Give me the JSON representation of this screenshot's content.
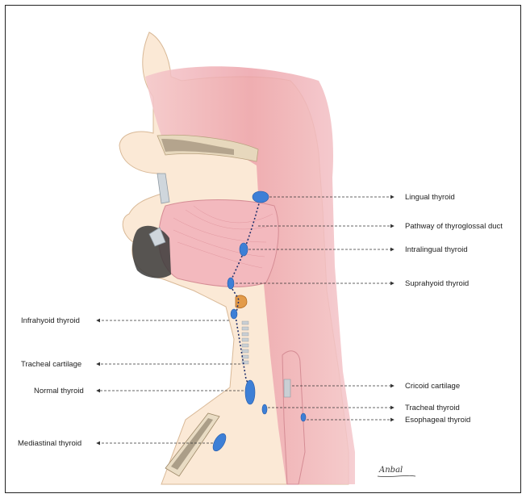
{
  "labels": {
    "lingual": "Lingual thyroid",
    "pathway": "Pathway of thyroglossal duct",
    "intralingual": "Intralingual thyroid",
    "suprahyoid": "Suprahyoid thyroid",
    "infrahyoid": "Infrahyoid thyroid",
    "tracheal_cartilage": "Tracheal cartilage",
    "normal": "Normal thyroid",
    "cricoid": "Cricoid cartilage",
    "tracheal_thyroid": "Tracheal thyroid",
    "esophageal": "Esophageal thyroid",
    "mediastinal": "Mediastinal thyroid"
  },
  "signature": "Anbal",
  "colors": {
    "thyroid": "#3d7fd6",
    "duct": "#1f2f6b",
    "muscle": "#f0b3b8",
    "skin": "#fbe6cf",
    "bone": "#e9dcc4"
  }
}
